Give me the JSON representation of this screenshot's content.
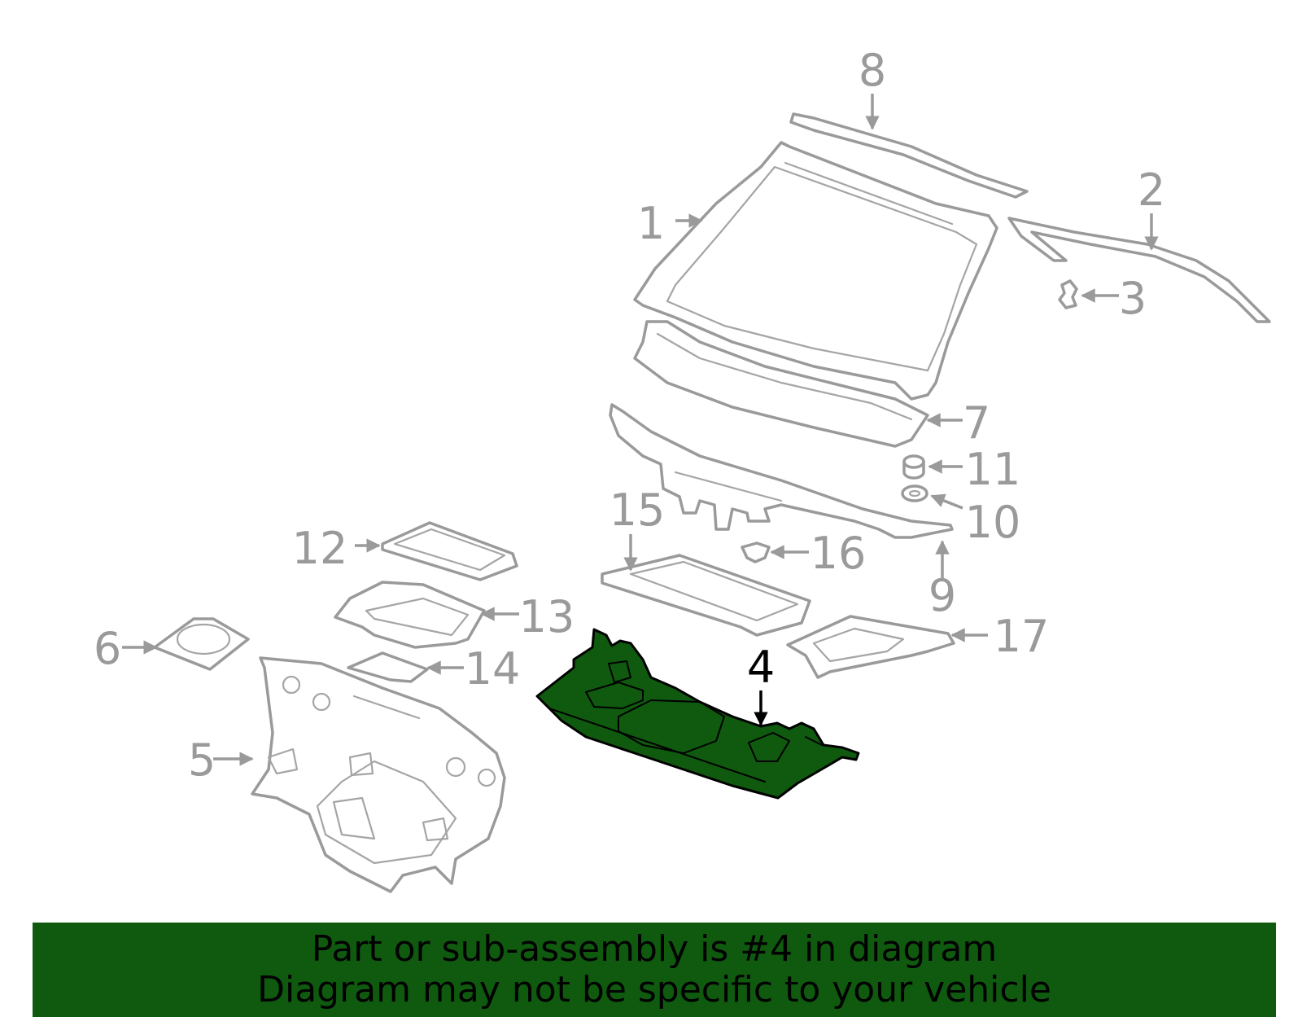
{
  "diagram": {
    "callouts": {
      "c1": "1",
      "c2": "2",
      "c3": "3",
      "c4": "4",
      "c5": "5",
      "c6": "6",
      "c7": "7",
      "c8": "8",
      "c9": "9",
      "c10": "10",
      "c11": "11",
      "c12": "12",
      "c13": "13",
      "c14": "14",
      "c15": "15",
      "c16": "16",
      "c17": "17"
    },
    "highlighted_part": "4",
    "colors": {
      "highlight_fill": "#0f5a0f",
      "part_stroke": "#9a9a9a",
      "banner_bg": "#0f5a0f"
    }
  },
  "banner": {
    "line1": "Part or sub-assembly is #4 in diagram",
    "line2": "Diagram may not be specific to your vehicle"
  }
}
